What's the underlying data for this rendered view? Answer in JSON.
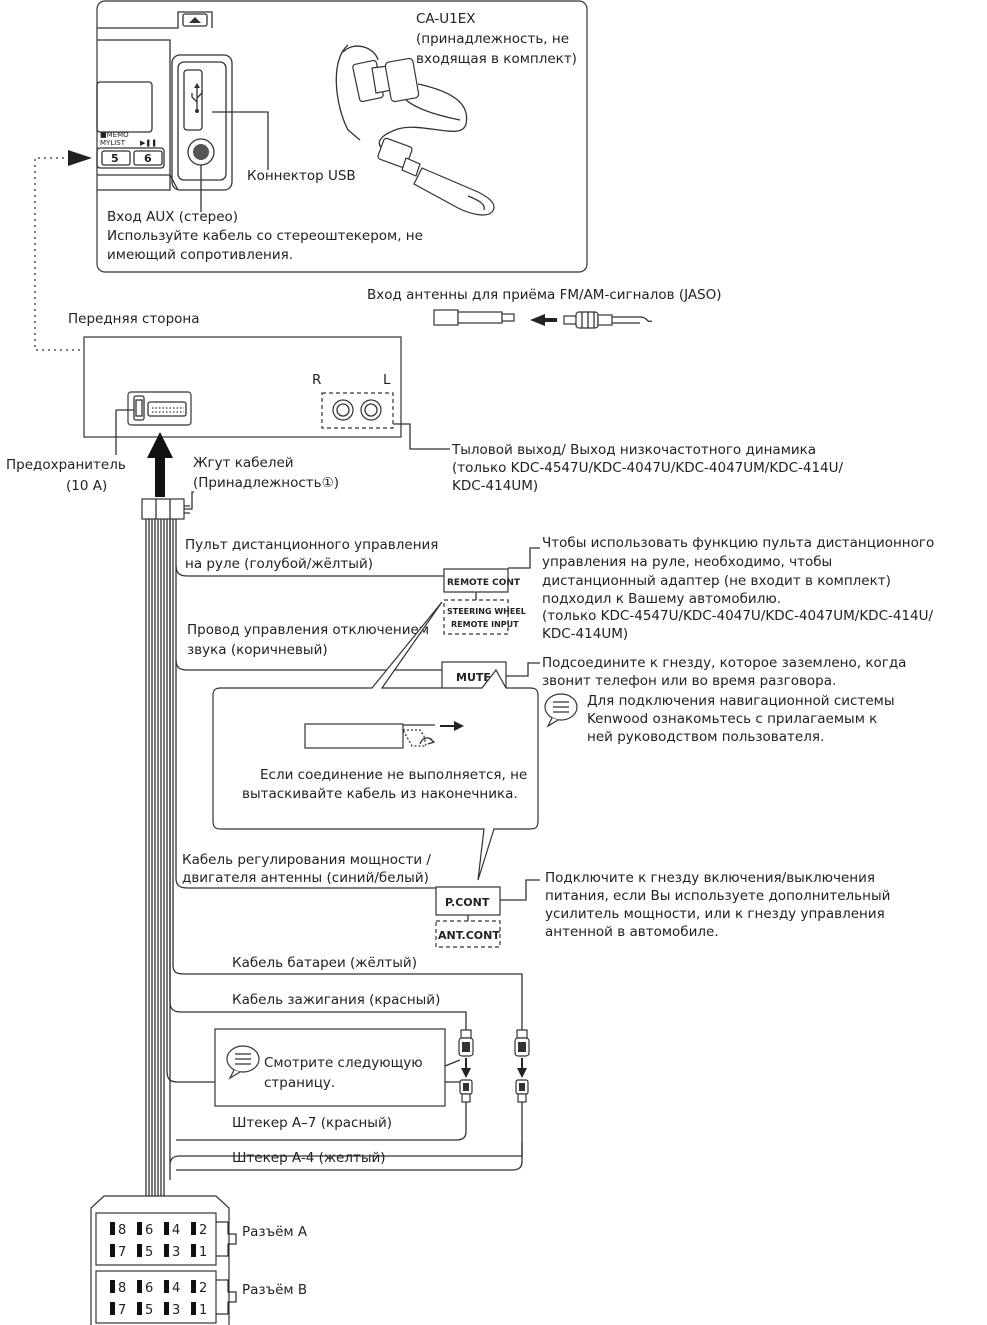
{
  "inset": {
    "usb_part": "CA-U1EX",
    "usb_part_note_1": "(принадлежность, не",
    "usb_part_note_2": "входящая в комплект)",
    "usb_connector": "Коннектор USB",
    "aux_title": "Вход AUX (стерео)",
    "aux_note_1": "Используйте кабель со стереоштекером, не",
    "aux_note_2": "имеющий сопротивления.",
    "button_5": "5",
    "button_6": "6",
    "memo_label": "■MEMO",
    "mylist_label": "MYLIST",
    "play_label": "▶❚❚"
  },
  "antenna": {
    "label": "Вход антенны для приёма FM/AM-сигналов (JASO)"
  },
  "unit": {
    "front_side": "Передняя сторона",
    "r_label": "R",
    "l_label": "L",
    "rear_out_1": "Тыловой выход/ Выход низкочастотного динамика",
    "rear_out_2": "(только KDC-4547U/KDC-4047U/KDC-4047UM/KDC-414U/",
    "rear_out_3": "KDC-414UM)",
    "fuse_1": "Предохранитель",
    "fuse_2": "(10 A)",
    "harness_1": "Жгут кабелей",
    "harness_2": "(Принадлежность①)"
  },
  "wires": {
    "steering_1": "Пульт дистанционного управления",
    "steering_2": "на руле (голубой/жёлтый)",
    "remote_cont": "REMOTE CONT",
    "steering_wheel": "STEERING WHEEL",
    "remote_input": "REMOTE INPUT",
    "steering_note_1": "Чтобы использовать функцию пульта дистанционного",
    "steering_note_2": "управления на руле, необходимо, чтобы",
    "steering_note_3": "дистанционный адаптер (не входит в комплект)",
    "steering_note_4": "подходил к Вашему автомобилю.",
    "steering_note_5": "(только KDC-4547U/KDC-4047U/KDC-4047UM/KDC-414U/",
    "steering_note_6": "KDC-414UM)",
    "mute_1": "Провод управления отключением",
    "mute_2": "звука (коричневый)",
    "mute_tag": "MUTE",
    "mute_note_1": "Подсоедините к гнезду, которое заземлено, когда",
    "mute_note_2": "звонит телефон или во время разговора.",
    "nav_note_1": "Для подключения навигационной системы",
    "nav_note_2": "Kenwood ознакомьтесь с прилагаемым к",
    "nav_note_3": "ней руководством пользователя.",
    "callout_1": "Если соединение не выполняется, не",
    "callout_2": "вытаскивайте кабель из наконечника.",
    "pcont_1": "Кабель регулирования мощности /",
    "pcont_2": "двигателя антенны (синий/белый)",
    "pcont_tag": "P.CONT",
    "antcont_tag": "ANT.CONT",
    "pcont_note_1": "Подключите к гнезду включения/выключения",
    "pcont_note_2": "питания, если Вы используете дополнительный",
    "pcont_note_3": "усилитель мощности, или к гнезду управления",
    "pcont_note_4": "антенной в автомобиле.",
    "battery": "Кабель батареи (жёлтый)",
    "ignition": "Кабель зажигания (красный)",
    "next_page_1": "Смотрите следующую",
    "next_page_2": "страницу.",
    "plug_a7": "Штекер A–7 (красный)",
    "plug_a4": "Штекер A-4 (желтый)"
  },
  "connectors": {
    "a_label": "Разъём A",
    "b_label": "Разъём B",
    "pins_top": [
      "8",
      "6",
      "4",
      "2"
    ],
    "pins_bottom": [
      "7",
      "5",
      "3",
      "1"
    ]
  }
}
